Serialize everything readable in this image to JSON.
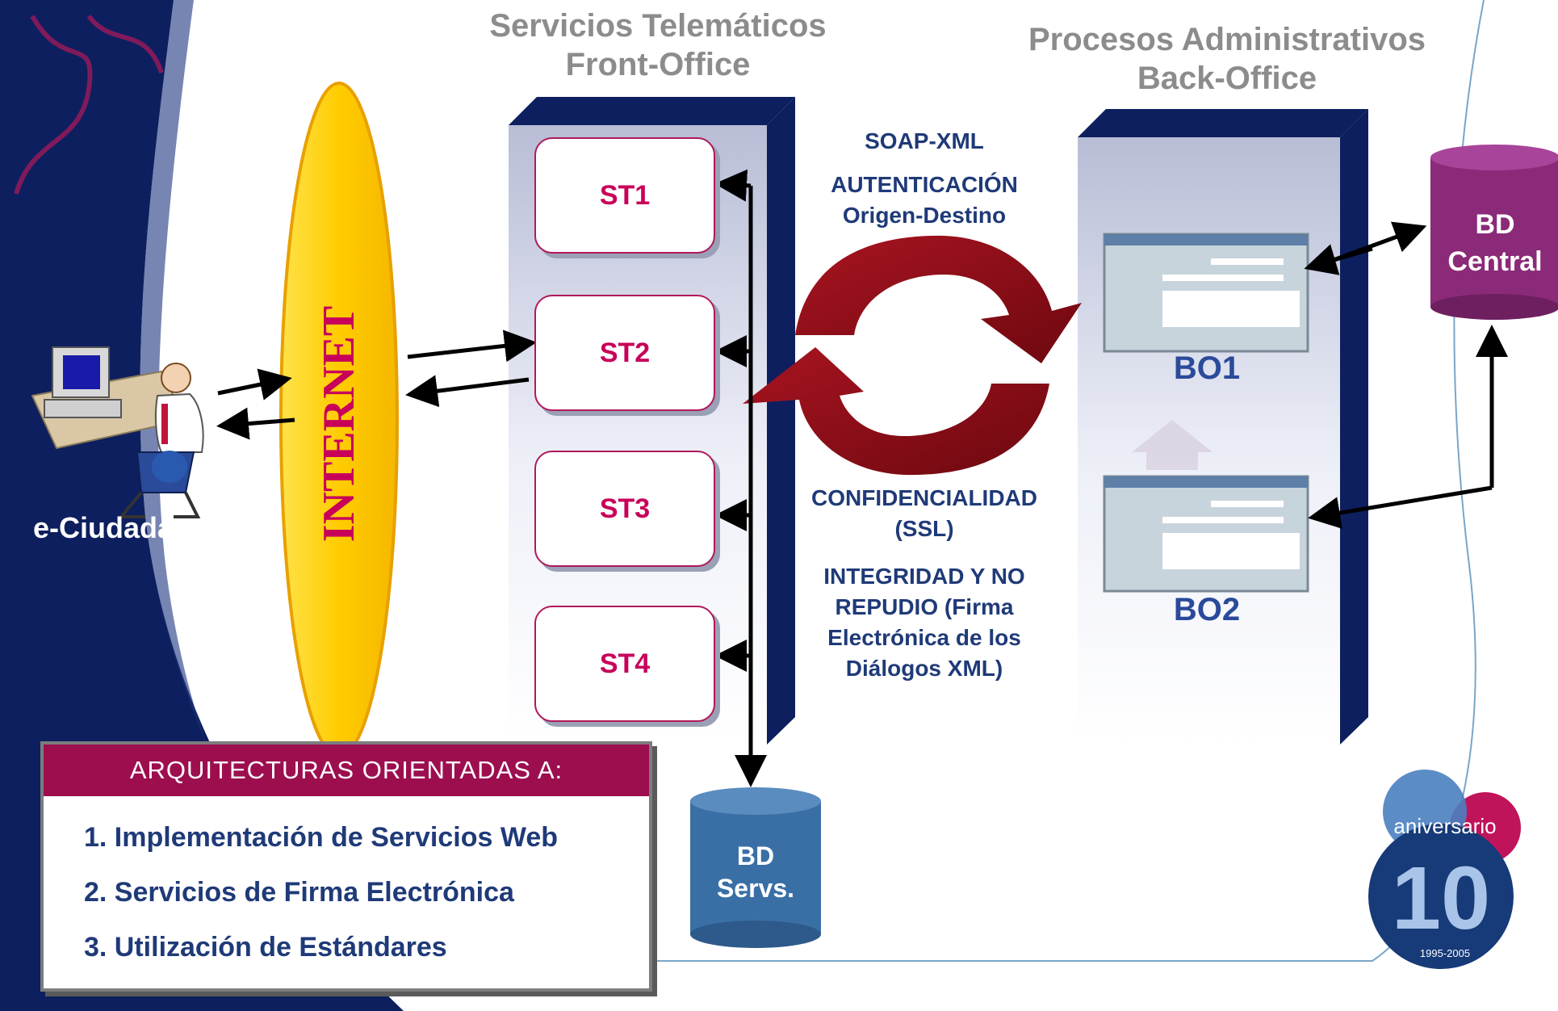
{
  "diagram": {
    "front_office_title": [
      "Servicios Telemáticos",
      "Front-Office"
    ],
    "back_office_title": [
      "Procesos Administrativos",
      "Back-Office"
    ],
    "internet_label": "INTERNET",
    "citizen_label": "e-Ciudadano",
    "services": [
      "ST1",
      "ST2",
      "ST3",
      "ST4"
    ],
    "back_offices": [
      "BO1",
      "BO2"
    ],
    "db_central": [
      "BD",
      "Central"
    ],
    "db_services": [
      "BD",
      "Servs."
    ],
    "soap_label": "SOAP-XML",
    "auth_label": [
      "AUTENTICACIÓN",
      "Origen-Destino"
    ],
    "conf_label": [
      "CONFIDENCIALIDAD",
      "(SSL)"
    ],
    "integrity_label": [
      "INTEGRIDAD Y NO",
      "REPUDIO (Firma",
      "Electrónica de los",
      "Diálogos XML)"
    ]
  },
  "panel": {
    "header": "ARQUITECTURAS ORIENTADAS A:",
    "items": [
      "1. Implementación de Servicios Web",
      "2. Servicios de Firma Electrónica",
      "3. Utilización de Estándares"
    ]
  },
  "badge": {
    "word": "aniversario",
    "number": "10",
    "years": "1995-2005"
  },
  "colors": {
    "navy": "#0d1f5e",
    "internet": "#ffcc00",
    "magenta": "#9d0e4f",
    "db_blue": "#3a6fa6",
    "cycle_red": "#8b0a14"
  }
}
